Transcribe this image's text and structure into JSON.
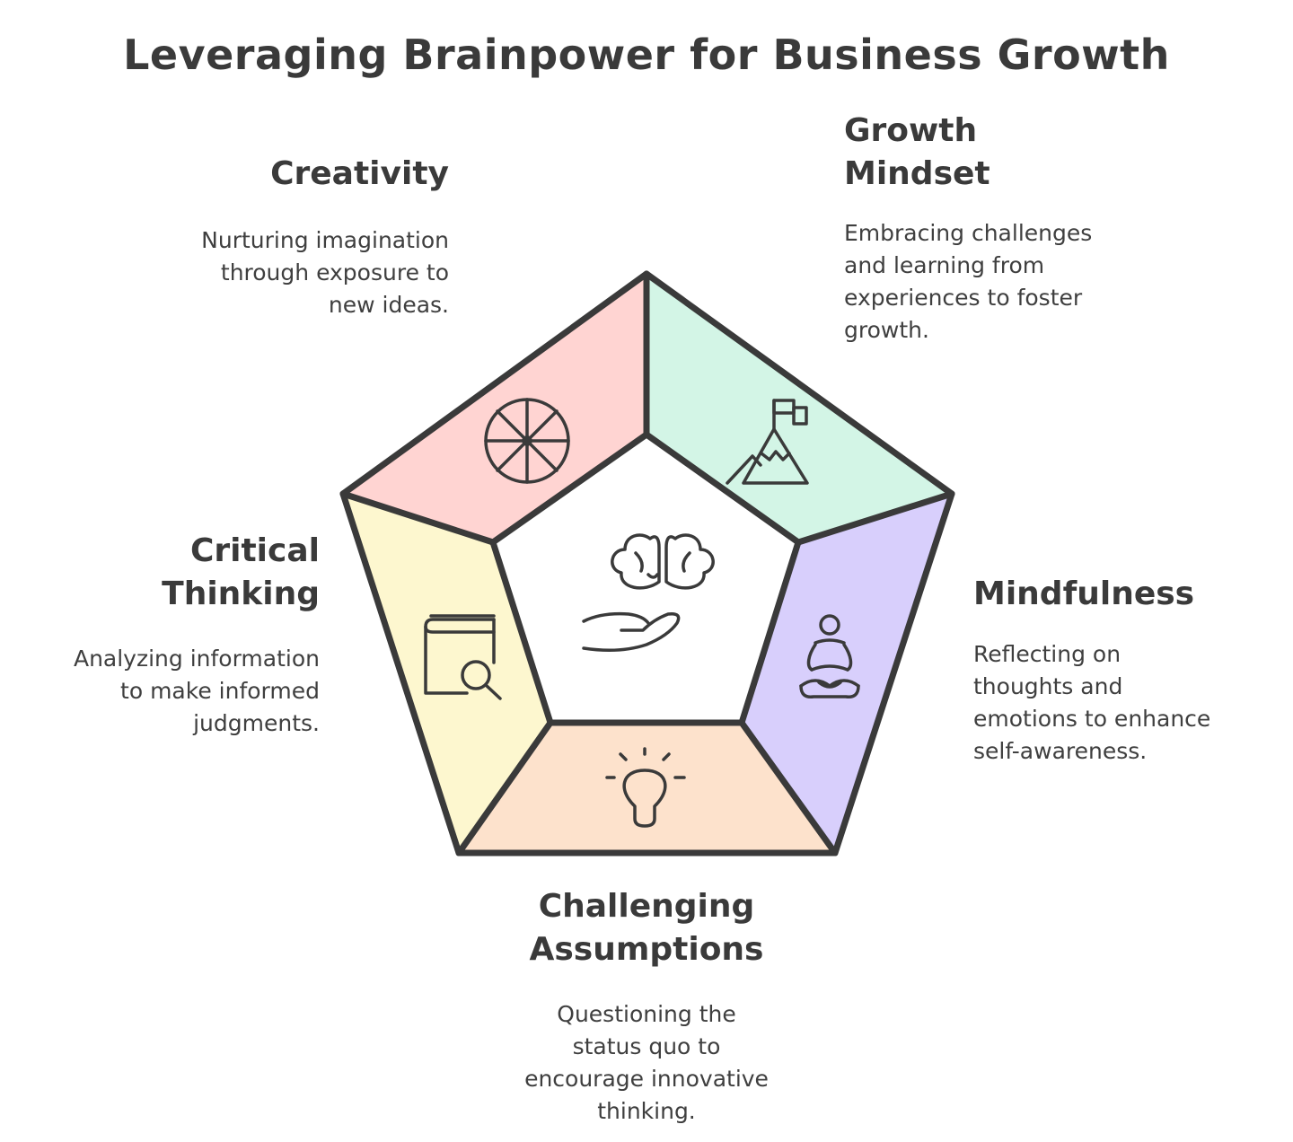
{
  "title": "Leveraging Brainpower for Business Growth",
  "segments": {
    "creativity": {
      "heading": "Creativity",
      "description": "Nurturing imagination\nthrough exposure to\nnew ideas.",
      "color": "#ffd4d2",
      "icon": "wheel-icon"
    },
    "growth_mindset": {
      "heading": "Growth\nMindset",
      "description": "Embracing challenges\nand learning from\nexperiences to foster\ngrowth.",
      "color": "#d3f5e6",
      "icon": "mountain-flag-icon"
    },
    "mindfulness": {
      "heading": "Mindfulness",
      "description": "Reflecting on\nthoughts and\nemotions to enhance\nself-awareness.",
      "color": "#d8cffc",
      "icon": "meditation-icon"
    },
    "challenging_assumptions": {
      "heading": "Challenging\nAssumptions",
      "description": "Questioning the\nstatus quo to\nencourage innovative\nthinking.",
      "color": "#fde2cc",
      "icon": "lightbulb-icon"
    },
    "critical_thinking": {
      "heading": "Critical\nThinking",
      "description": "Analyzing information\nto make informed\njudgments.",
      "color": "#fdf7cf",
      "icon": "book-magnifier-icon"
    }
  },
  "center": {
    "icon": "brain-hand-icon"
  },
  "colors": {
    "outline": "#3a3a3a",
    "text": "#3b3b3b",
    "background": "#ffffff"
  }
}
